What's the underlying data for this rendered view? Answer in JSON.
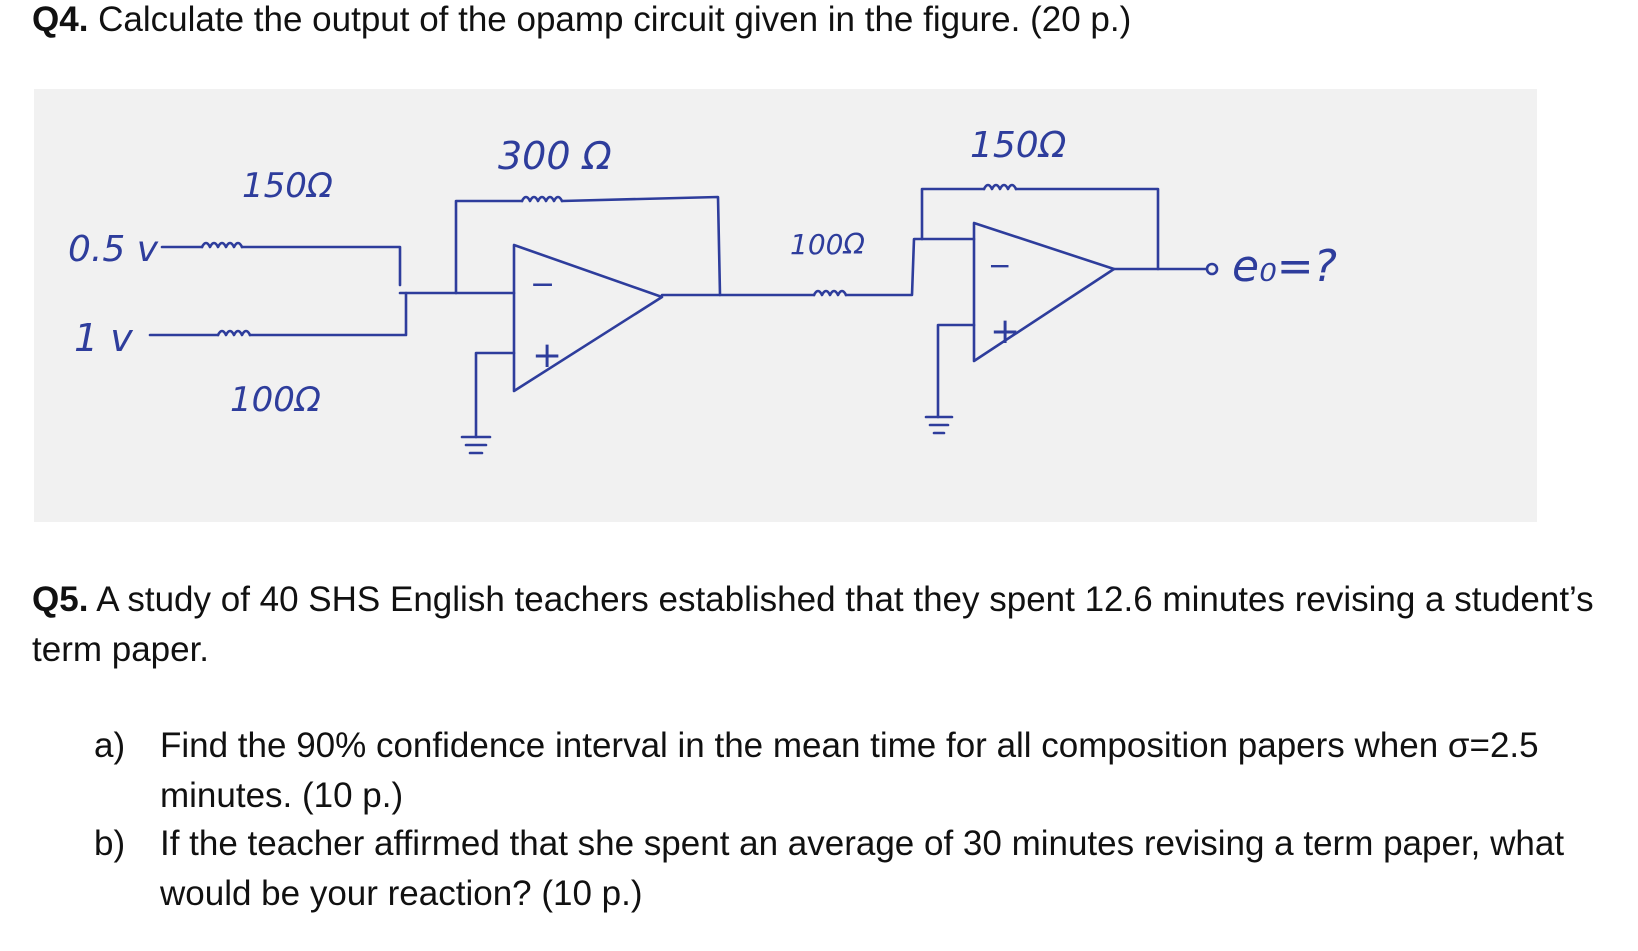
{
  "q4": {
    "number": "Q4.",
    "text": "Calculate the output of the opamp circuit given in the figure. (20 p.)"
  },
  "figure": {
    "input1_voltage": "0.5 v",
    "input2_voltage": "1 v",
    "input1_resistor": "150Ω",
    "input2_resistor": "100Ω",
    "feedback1_resistor": "300 Ω",
    "stage2_input_resistor": "100Ω",
    "feedback2_resistor": "150Ω",
    "opamp_minus": "−",
    "opamp_plus": "+",
    "output_label": "e₀=?"
  },
  "q5": {
    "number": "Q5.",
    "text": "A study of 40 SHS English teachers established that they spent 12.6 minutes revising a student’s term paper.",
    "parts": [
      {
        "label": "a)",
        "text": "Find the 90% confidence interval in the mean time for all composition papers when σ=2.5 minutes. (10 p.)"
      },
      {
        "label": "b)",
        "text": "If the teacher affirmed that she spent an average of 30 minutes revising a term paper, what would be your reaction? (10 p.)"
      }
    ]
  },
  "colors": {
    "ink": "#2e3d9c",
    "figure_background": "#f1f1f1"
  }
}
